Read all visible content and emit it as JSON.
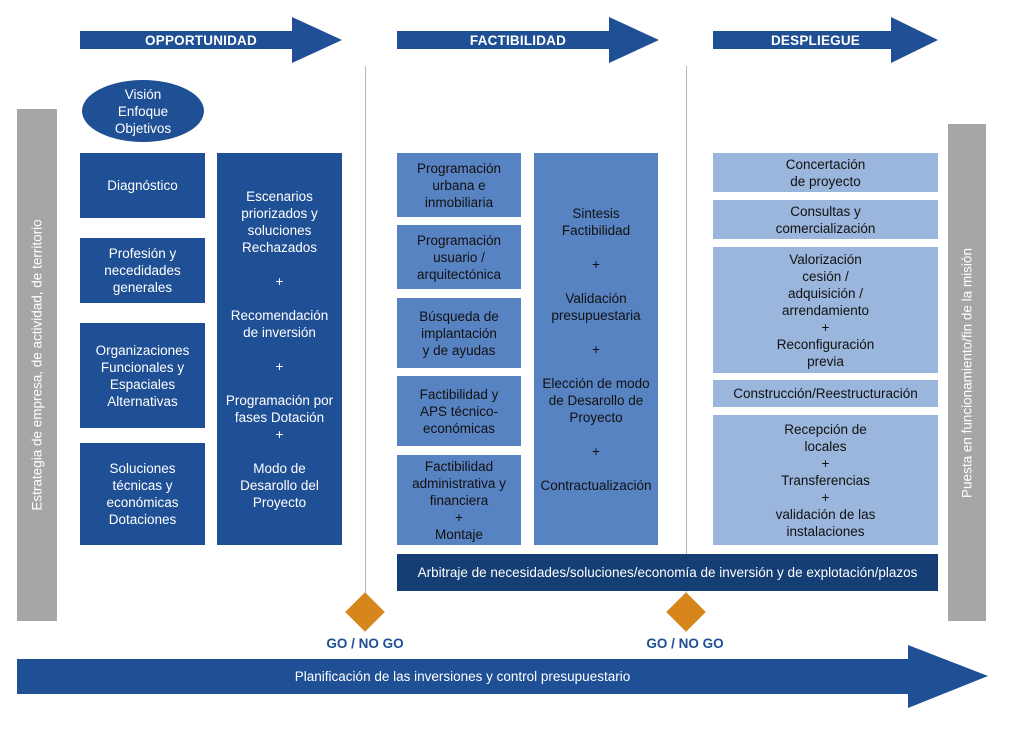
{
  "phases": {
    "opportunity": "OPPORTUNIDAD",
    "feasibility": "FACTIBILIDAD",
    "deployment": "DESPLIEGUE"
  },
  "side_left": "Estrategia de empresa, de actividad, de territorio",
  "side_right": "Puesta en funcionamiento/fin de la misión",
  "oval": "Visión\nEnfoque\nObjetivos",
  "opportunity_boxes": [
    "Diagnóstico",
    "Profesión y\nnecedidades\ngenerales",
    "Organizaciones\nFuncionales y\nEspaciales\nAlternativas",
    "Soluciones\ntécnicas y\neconómicas\nDotaciones"
  ],
  "opportunity_summary": "Escenarios\npriorizados y\nsoluciones\nRechazados\n\n+\n\nRecomendación\nde inversión\n\n+\n\nProgramación por\nfases Dotación\n+\n\nModo de\nDesarollo del\nProyecto",
  "feasibility_boxes": [
    "Programación\nurbana e\ninmobiliaria",
    "Programación\nusuario /\narquitectónica",
    "Búsqueda de\nimplantación\ny de ayudas",
    "Factibilidad y\nAPS técnico-\neconómicas",
    "Factibilidad\nadministrativa y\nfinanciera\n+\nMontaje"
  ],
  "feasibility_summary": "Sintesis\nFactibilidad\n\n+\n\nValidación\npresupuestaria\n\n+\n\nElección de modo\nde Desarollo de\nProyecto\n\n+\n\nContractualización",
  "deployment_boxes": [
    "Concertación\nde proyecto",
    "Consultas y\ncomercialización",
    "Valorización\ncesión /\nadquisición /\narrendamiento\n+\nReconfiguración\nprevia",
    "Construcción/Reestructuración",
    "Recepción de\nlocales\n+\nTransferencias\n+\nvalidación de las\ninstalaciones"
  ],
  "arbitrage": "Arbitraje de necesidades/soluciones/economía de inversión y de explotación/plazos",
  "go_no_go": [
    "GO / NO GO",
    "GO / NO GO"
  ],
  "bottom_arrow": "Planificación de las inversiones y control presupuestario",
  "colors": {
    "dark_blue": "#1f4f94",
    "mid_blue": "#5883c2",
    "light_blue": "#9bb6dc",
    "navy": "#153e74",
    "grey": "#a6a6a6",
    "diamond": "#d6861a"
  }
}
